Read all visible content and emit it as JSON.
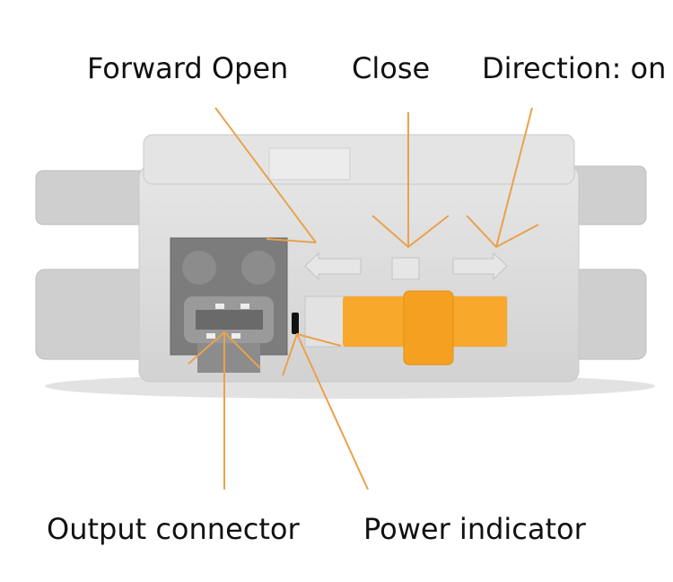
{
  "labels": {
    "forward_open": "Forward Open",
    "close": "Close",
    "direction_on": "Direction: on",
    "output_connector": "Output connector",
    "power_indicator": "Power indicator"
  },
  "colors": {
    "annotation_line": "#e9a24c",
    "switch_orange": "#f8a82a",
    "body_gray": "#dcdcdc",
    "connector_gray": "#7a7a7a"
  }
}
